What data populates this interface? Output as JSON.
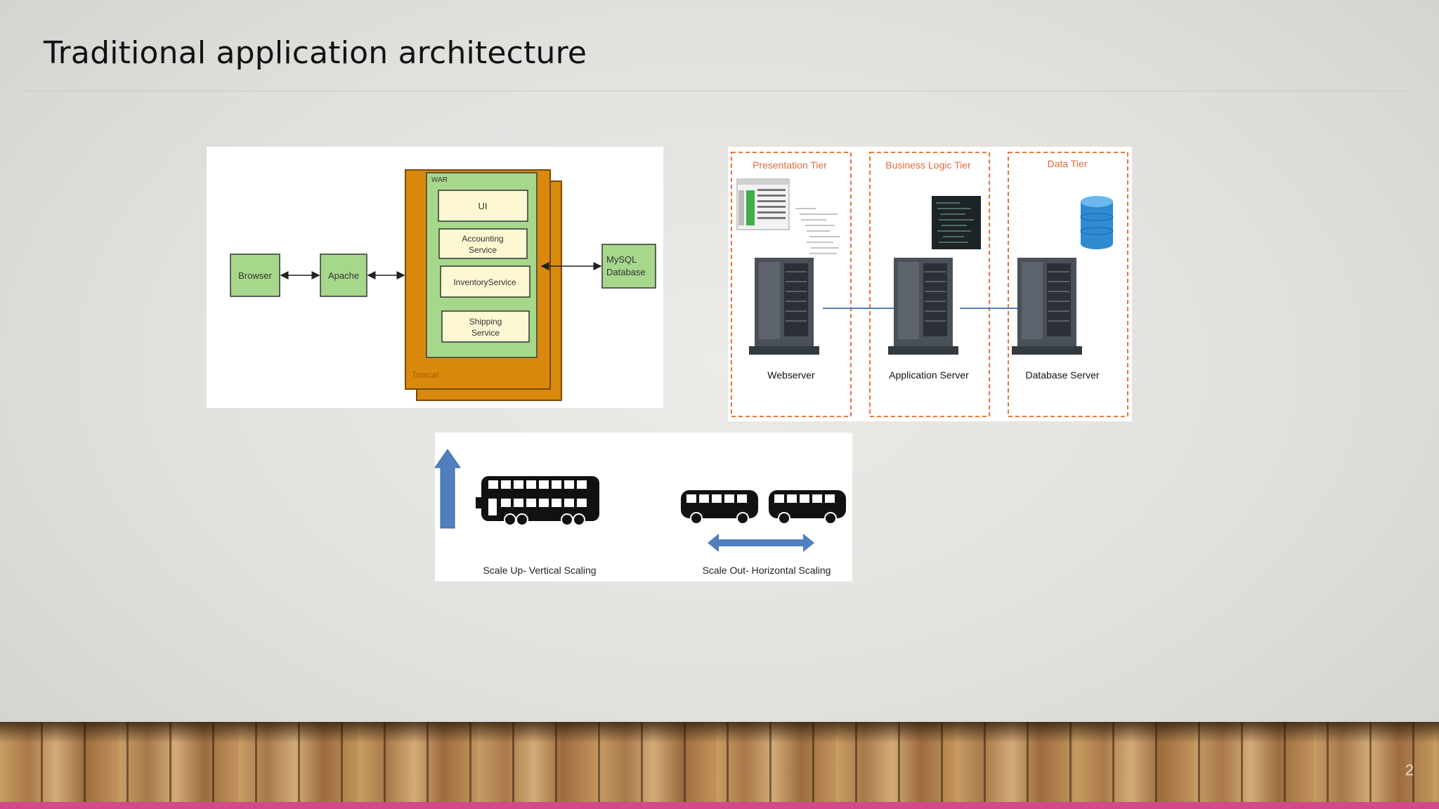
{
  "slide": {
    "title": "Traditional application architecture",
    "page_number": "2"
  },
  "diagram_tomcat": {
    "browser": "Browser",
    "apache": "Apache",
    "war": "WAR",
    "ui": "UI",
    "accounting_line1": "Accounting",
    "accounting_line2": "Service",
    "inventory": "InventoryService",
    "shipping_line1": "Shipping",
    "shipping_line2": "Service",
    "tomcat": "Tomcat",
    "mysql_line1": "MySQL",
    "mysql_line2": "Database"
  },
  "diagram_tiers": {
    "tiers": [
      {
        "heading": "Presentation Tier",
        "server": "Webserver"
      },
      {
        "heading": "Business Logic Tier",
        "server": "Application Server"
      },
      {
        "heading": "Data Tier",
        "server": "Database Server"
      }
    ]
  },
  "diagram_scaling": {
    "vertical": "Scale Up- Vertical Scaling",
    "horizontal": "Scale Out- Horizontal Scaling"
  },
  "colors": {
    "accent": "#d6488c",
    "tomcat_orange": "#d98a0c",
    "box_green": "#a6d88b",
    "box_cream": "#fdf7d2",
    "tier_dash": "#e8763a",
    "scale_arrow": "#4f7fbd"
  }
}
